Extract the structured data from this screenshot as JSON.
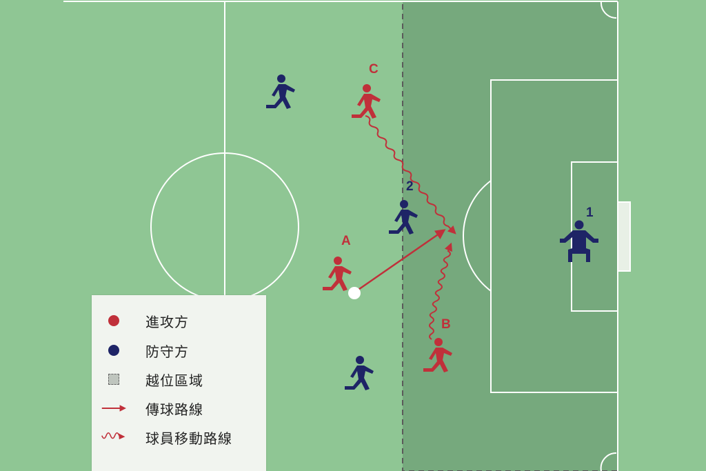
{
  "colors": {
    "pitch": "#8fc694",
    "offside_zone": "#76a97d",
    "lines": "#ffffff",
    "attacker": "#c0303a",
    "defender": "#1e2466",
    "legend_bg": "#f1f4ef"
  },
  "players": {
    "attackers": [
      {
        "label": "C"
      },
      {
        "label": "A"
      },
      {
        "label": "B"
      }
    ],
    "defenders": [
      {
        "label": ""
      },
      {
        "label": "2"
      },
      {
        "label": ""
      },
      {
        "label": "1",
        "role": "goalkeeper"
      }
    ]
  },
  "legend": {
    "items": [
      {
        "symbol": "red-dot-icon",
        "label": "進攻方"
      },
      {
        "symbol": "navy-dot-icon",
        "label": "防守方"
      },
      {
        "symbol": "dashed-square-icon",
        "label": "越位區域"
      },
      {
        "symbol": "red-arrow-icon",
        "label": "傳球路線"
      },
      {
        "symbol": "wavy-arrow-icon",
        "label": "球員移動路線"
      }
    ]
  }
}
